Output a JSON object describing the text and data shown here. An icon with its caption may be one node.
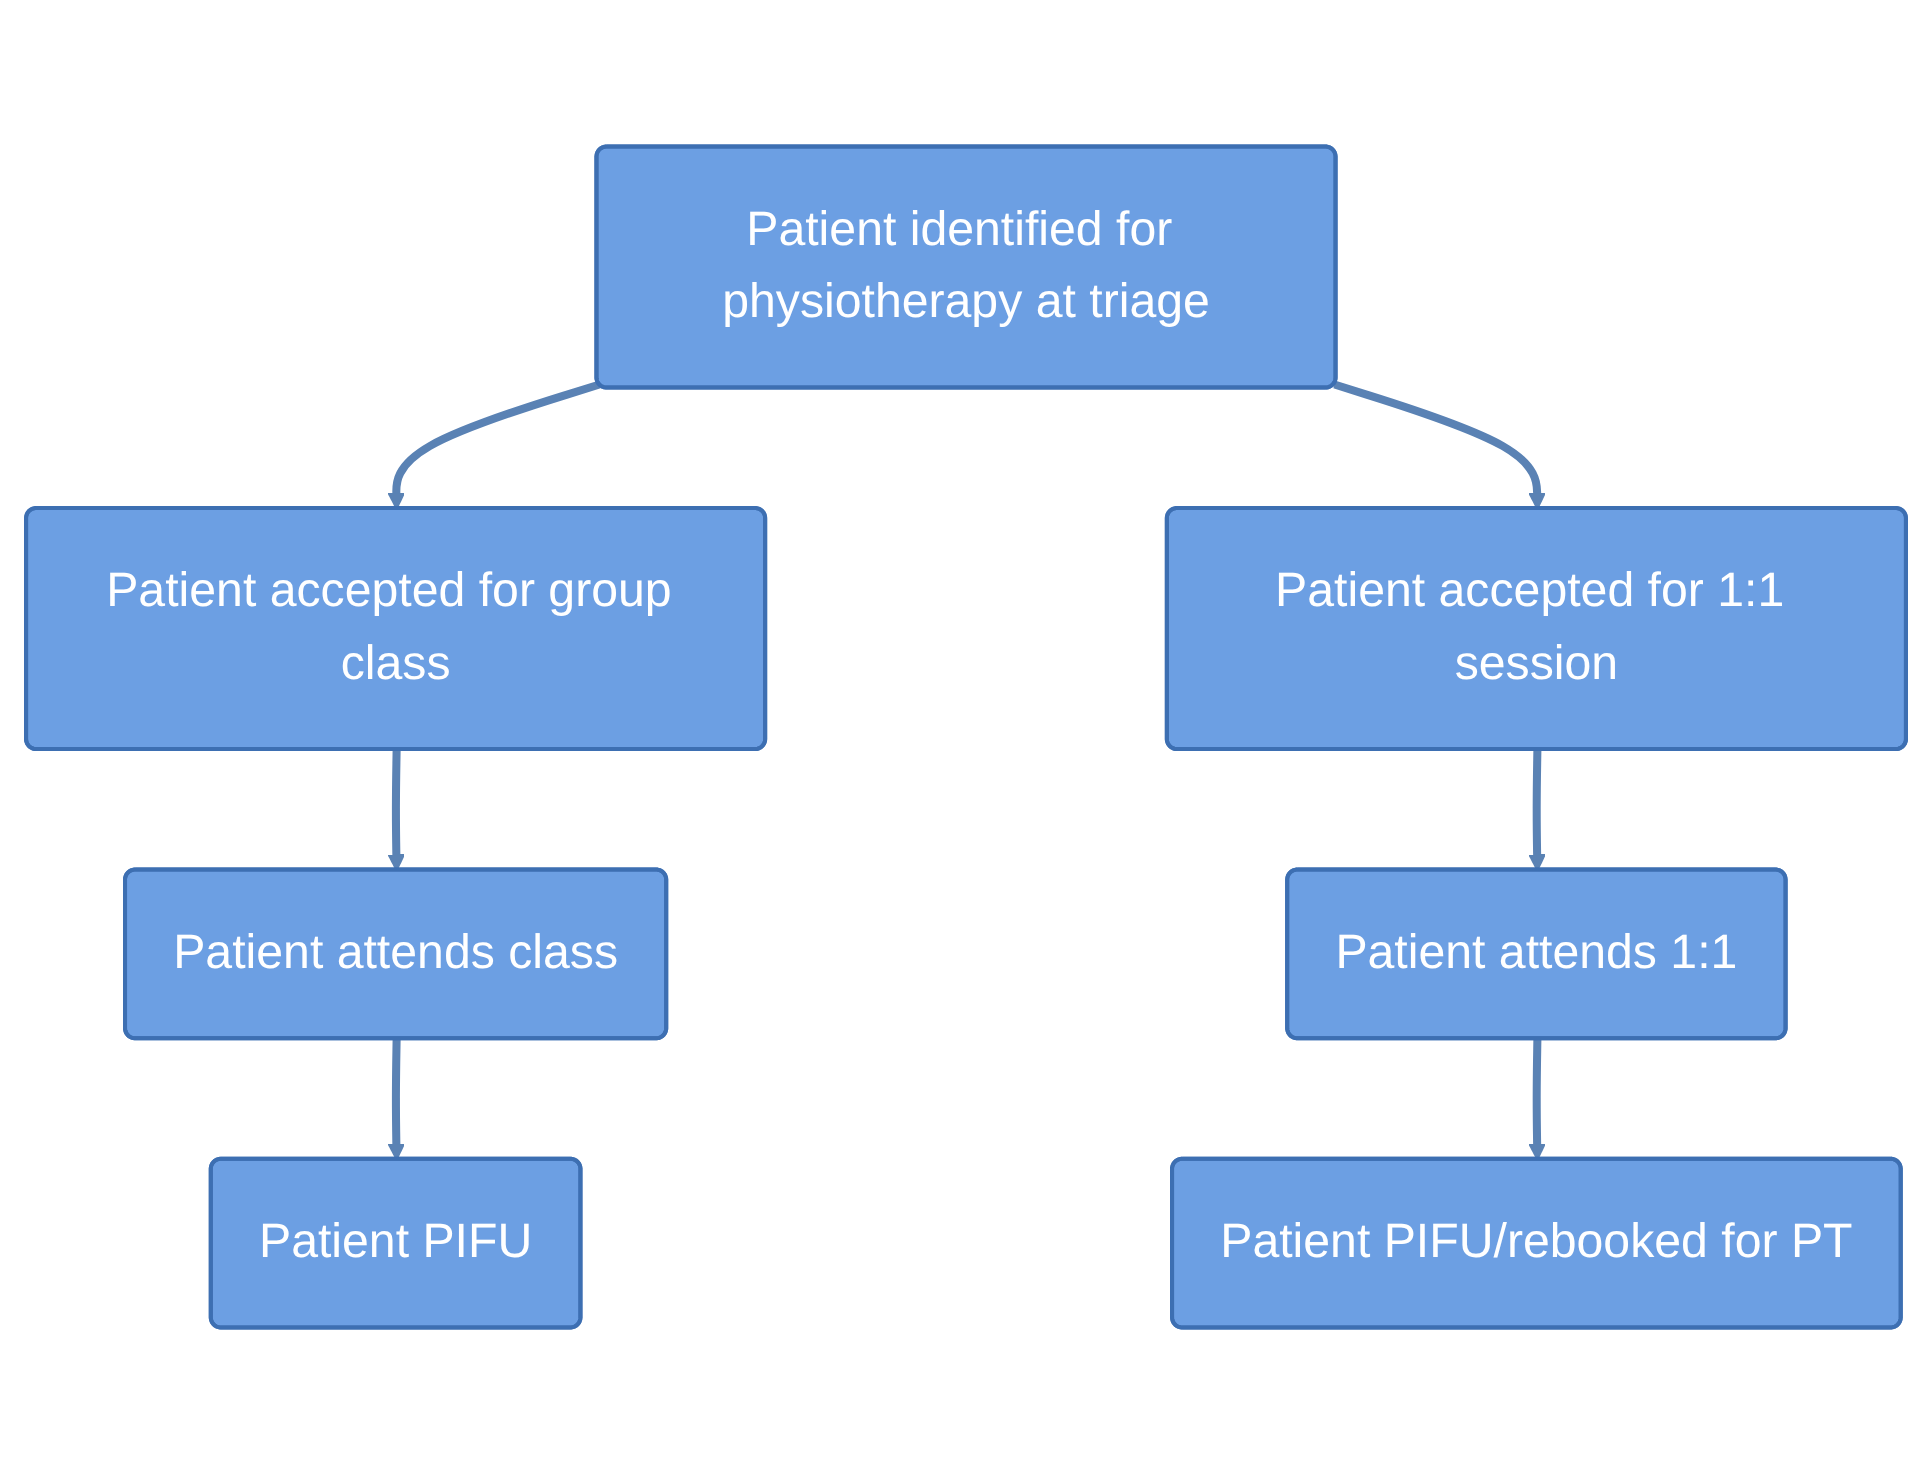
{
  "diagram": {
    "nodes": [
      {
        "text": [
          "Patient identified for physiotherapy at triage"
        ]
      },
      {
        "text": [
          "Patient accepted for group class"
        ]
      },
      {
        "text": [
          "Patient accepted for 1:1 session"
        ]
      },
      {
        "text": [
          "Patient attends class"
        ]
      },
      {
        "text": [
          "Patient attends 1:1"
        ]
      },
      {
        "text": [
          "Patient PIFU"
        ]
      },
      {
        "text": [
          "Patient PIFU/rebooked for PT"
        ]
      }
    ],
    "edges": [
      {
        "from": 0,
        "to": 1,
        "arrow": "to"
      },
      {
        "from": 0,
        "to": 2,
        "arrow": "to"
      },
      {
        "from": 1,
        "to": 3,
        "arrow": "to"
      },
      {
        "from": 3,
        "to": 5,
        "arrow": "to"
      },
      {
        "from": 2,
        "to": 4,
        "arrow": "to"
      },
      {
        "from": 4,
        "to": 6,
        "arrow": "to"
      }
    ]
  }
}
